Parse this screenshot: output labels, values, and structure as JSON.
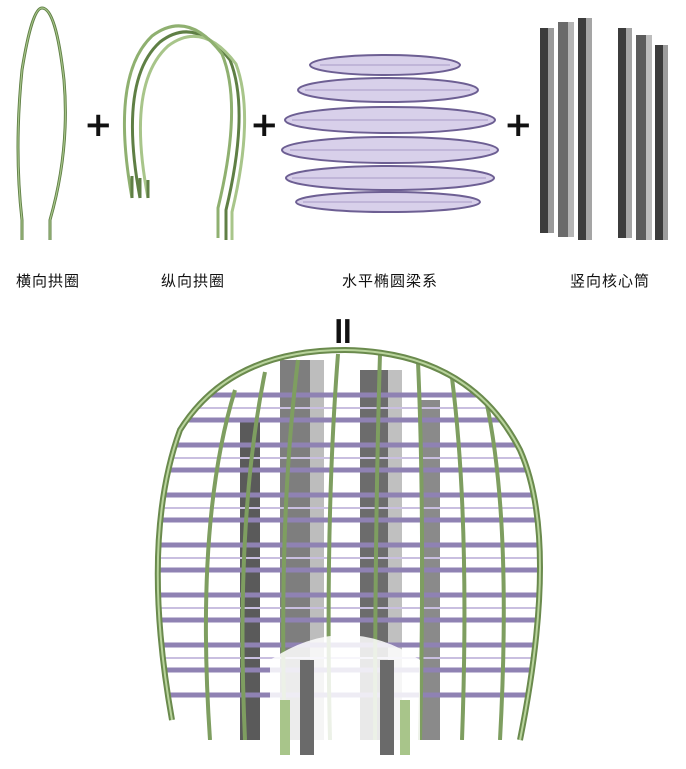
{
  "components": [
    {
      "label": "横向拱圈"
    },
    {
      "label": "纵向拱圈"
    },
    {
      "label": "水平椭圆梁系"
    },
    {
      "label": "竖向核心筒"
    }
  ],
  "operators": {
    "plus": "+",
    "equals": "="
  },
  "colors": {
    "arch_green": "#a8c58a",
    "arch_green_dark": "#5f7f45",
    "beam_purple": "#a99ac7",
    "beam_purple_dark": "#6d5f93",
    "core_gray": "#8a8a8a",
    "core_gray_light": "#c2c2c2",
    "core_gray_dark": "#3c3c3c"
  }
}
